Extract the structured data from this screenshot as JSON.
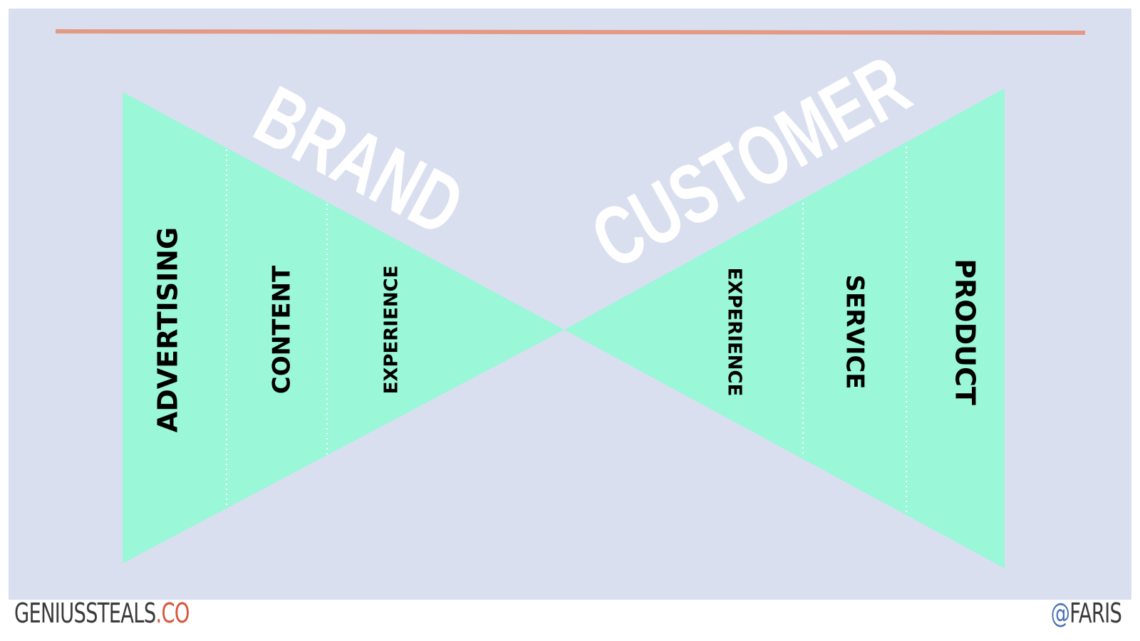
{
  "colors": {
    "background": "#dadff0",
    "triangle": "#9af7d8",
    "rule": "#e39a85",
    "divider": "#ffffff",
    "segment_text": "#000000",
    "big_text": "#ffffff",
    "footer_text": "#3b3b3b",
    "footer_accent": "#d9553a",
    "handle_at": "#4a72b6"
  },
  "left_funnel": {
    "label": "BRAND",
    "segments": [
      "ADVERTISING",
      "CONTENT",
      "EXPERIENCE"
    ]
  },
  "right_funnel": {
    "label": "CUSTOMER",
    "segments": [
      "EXPERIENCE",
      "SERVICE",
      "PRODUCT"
    ]
  },
  "footer": {
    "site_name": "GENIUSSTEALS",
    "site_tld": ".CO",
    "handle_at": "@",
    "handle_name": "FARIS"
  }
}
